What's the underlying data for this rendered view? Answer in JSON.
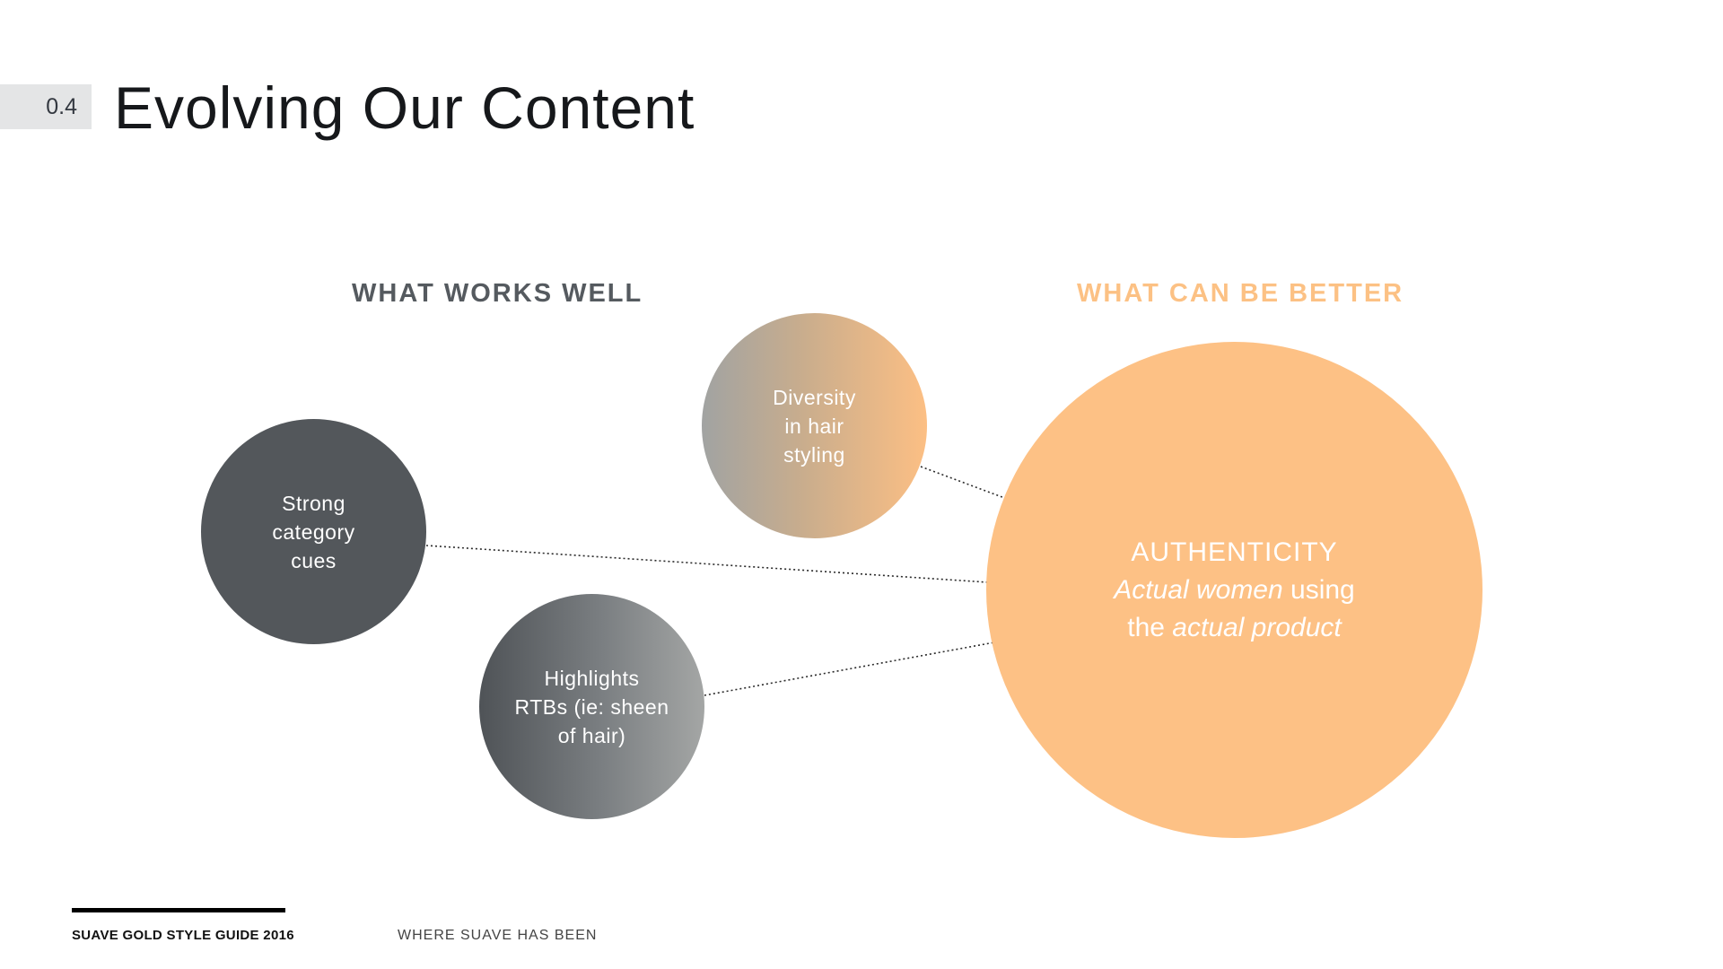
{
  "header": {
    "section_number": "0.4",
    "title": "Evolving Our Content"
  },
  "columns": {
    "left_heading": "WHAT WORKS WELL",
    "right_heading": "WHAT CAN BE BETTER"
  },
  "bubbles": {
    "strong": {
      "lines": [
        "Strong",
        "category",
        "cues"
      ]
    },
    "diversity": {
      "lines": [
        "Diversity",
        "in hair",
        "styling"
      ]
    },
    "highlights": {
      "lines": [
        "Highlights",
        "RTBs (ie: sheen",
        "of hair)"
      ]
    },
    "authenticity": {
      "title": "AUTHENTICITY",
      "line1_em": "Actual women",
      "line1_rest": " using",
      "line2_pre": "the ",
      "line2_em": "actual product"
    }
  },
  "footer": {
    "brand": "SUAVE GOLD STYLE GUIDE 2016",
    "section": "WHERE SUAVE HAS BEEN"
  },
  "colors": {
    "dark_gray": "#53575b",
    "peach": "#fdc185",
    "heading_gray": "#555a5f",
    "heading_peach": "#fcc184"
  }
}
